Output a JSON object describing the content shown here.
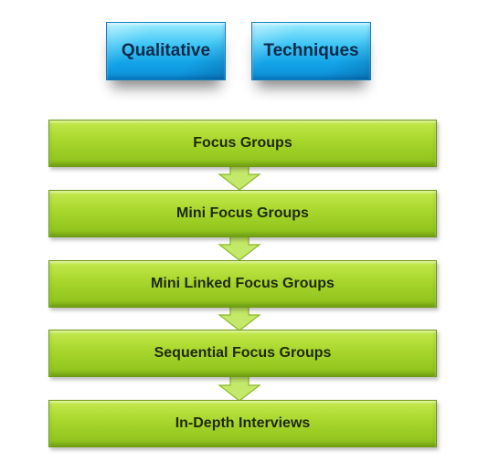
{
  "header": {
    "left_label": "Qualitative",
    "right_label": "Techniques"
  },
  "steps": [
    {
      "label": "Focus Groups"
    },
    {
      "label": "Mini Focus Groups"
    },
    {
      "label": "Mini Linked Focus Groups"
    },
    {
      "label": "Sequential Focus Groups"
    },
    {
      "label": "In-Depth Interviews"
    }
  ],
  "colors": {
    "header_fill": "#13a4e8",
    "step_fill": "#a8d62c",
    "arrow_fill": "#c4e86a",
    "arrow_stroke": "#8ab828"
  }
}
